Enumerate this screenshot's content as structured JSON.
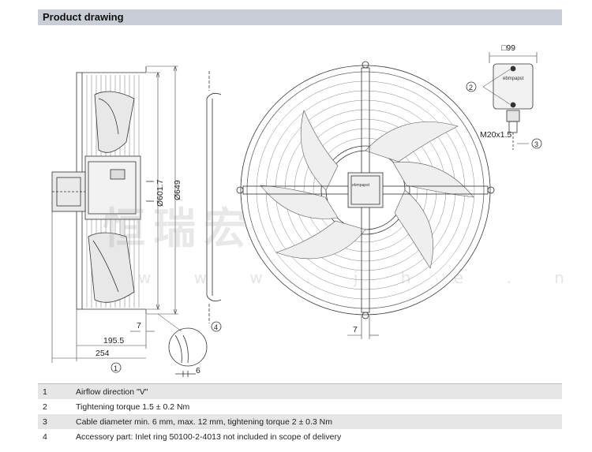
{
  "header": {
    "title": "Product drawing"
  },
  "dimensions": {
    "dia_outer": "Ø649",
    "dia_inner": "Ø601.7",
    "depth_1": "195.5",
    "depth_2": "254",
    "offset_side": "7",
    "offset_front": "7",
    "ring_thickness": "6",
    "box_size": "□99",
    "cable_gland": "M20x1.5"
  },
  "callouts": {
    "c1": "1",
    "c2": "2",
    "c3": "3",
    "c4": "4"
  },
  "brand_label": "ebmpapst",
  "watermark": {
    "text": "恒瑞宏",
    "url": "w w w . j h e . n"
  },
  "legend": [
    {
      "num": "1",
      "text": "Airflow direction \"V\""
    },
    {
      "num": "2",
      "text": "Tightening torque 1.5 ± 0.2 Nm"
    },
    {
      "num": "3",
      "text": "Cable diameter min. 6 mm, max. 12 mm, tightening torque 2 ± 0.3 Nm"
    },
    {
      "num": "4",
      "text": "Accessory part: Inlet ring 50100-2-4013 not included in scope of delivery"
    }
  ]
}
